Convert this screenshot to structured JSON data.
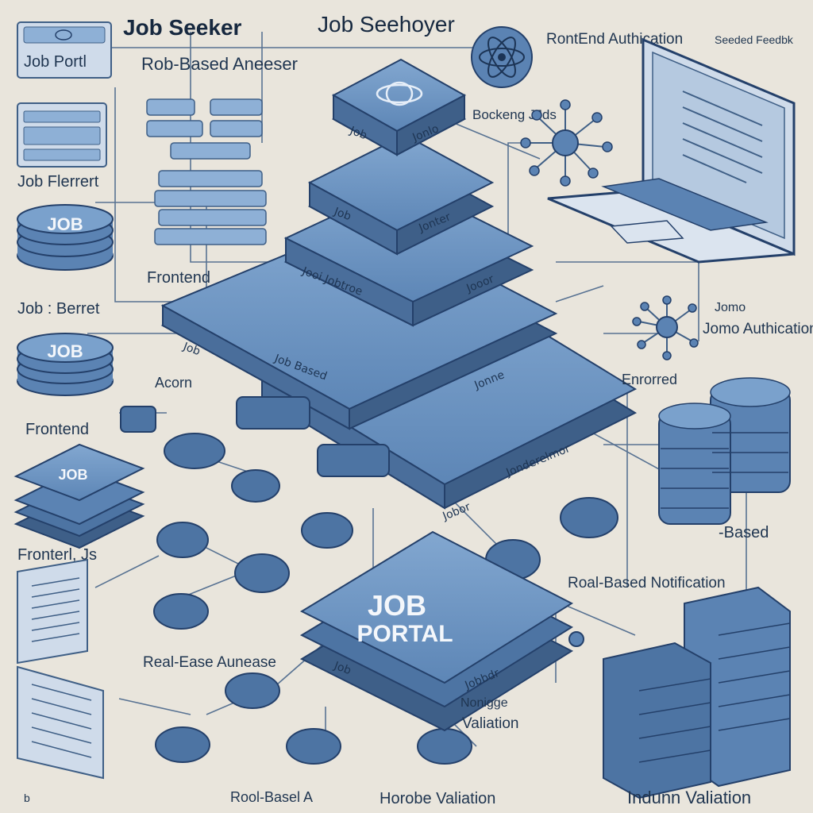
{
  "labels": {
    "job_seeker": "Job Seeker",
    "job_seehoyer": "Job Seehoyer",
    "job_portal_box": "Job Portl",
    "rob_based": "Rob-Based Aneeser",
    "rontend_auth": "RontEnd Authication",
    "seeded_feedbk": "Seeded Feedbk",
    "bockeng_jjs": "Bockeng JJds",
    "job_flerrert": "Job Flerrert",
    "frontend_mid": "Frontend",
    "job_berret": "Job : Berret",
    "frontend_left": "Frontend",
    "aconi": "Acorn",
    "frontend_js": "Fronterl, Js",
    "real_ease": "Real-Ease Aunease",
    "role_based_bottom": "Rool-Basel A",
    "hordoe_validation": "Horobe Valiation",
    "inounn_validation": "Indunn Valiation",
    "nomigge_validation": "Nonigge Valiation",
    "roal_based_notification": "Roal-Based Notification",
    "based": "-Based",
    "enrorred": "Enrorred",
    "home_authication": "Jomo Authication",
    "job_portal_title_1": "JOB",
    "job_portal_title_2": "PORTAL",
    "job_stack_1": "JOB",
    "job_stack_2": "JOB",
    "job_stack_3": "JOB",
    "tier_top_left": "Job",
    "tier_top_right": "Jonlo",
    "tier_2_left": "Job",
    "tier_2_right": "Jonter",
    "tier_3_left": "Jooi Jobtroe",
    "tier_3_right": "Jooor",
    "tier_4_left": "Job",
    "tier_4_mid": "Job Based",
    "tier_4_right": "Jonne",
    "tier_5_mid": "Jobor",
    "tier_5_right": "Jonderelmor",
    "portal_bottom_left": "Job",
    "portal_bottom_right": "Jobbdr",
    "bottom_left_letter": "b"
  },
  "colors": {
    "background": "#e9e5dc",
    "tile_fill": "#5b83b3",
    "tile_side": "#3e5f88",
    "tile_top_light": "#7aa1cc",
    "line": "#3f5f86",
    "text_dark": "#1f3550"
  },
  "icons": [
    "react-atom-icon",
    "network-hub-icon",
    "laptop-icon",
    "server-rack-icon",
    "database-stack-icon"
  ]
}
